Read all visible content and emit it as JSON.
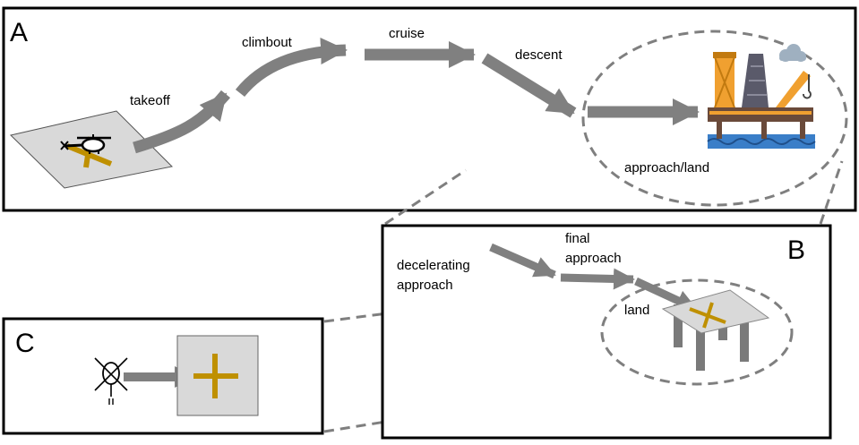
{
  "panels": {
    "a": {
      "letter": "A"
    },
    "b": {
      "letter": "B"
    },
    "c": {
      "letter": "C"
    }
  },
  "phases_a": {
    "takeoff": "takeoff",
    "climbout": "climbout",
    "cruise": "cruise",
    "descent": "descent",
    "approach_land": "approach/land"
  },
  "phases_b": {
    "decelerating_line1": "decelerating",
    "decelerating_line2": "approach",
    "final_line1": "final",
    "final_line2": "approach",
    "land": "land"
  },
  "colors": {
    "arrow": "#808080",
    "helipad": "#d9d9d9",
    "helipad_mark": "#bf9000",
    "dashed": "#7f7f7f",
    "rig_orange": "#f0a030",
    "rig_gray": "#5a5a6a",
    "sea": "#3a7ec8"
  },
  "icons": {
    "helipad": "helipad-icon",
    "helicopter": "helicopter-icon",
    "oil_rig": "oil-rig-icon",
    "cloud": "cloud-icon",
    "elevated_helipad": "elevated-helipad-icon",
    "crossed_helicopter": "crossed-helicopter-icon"
  }
}
